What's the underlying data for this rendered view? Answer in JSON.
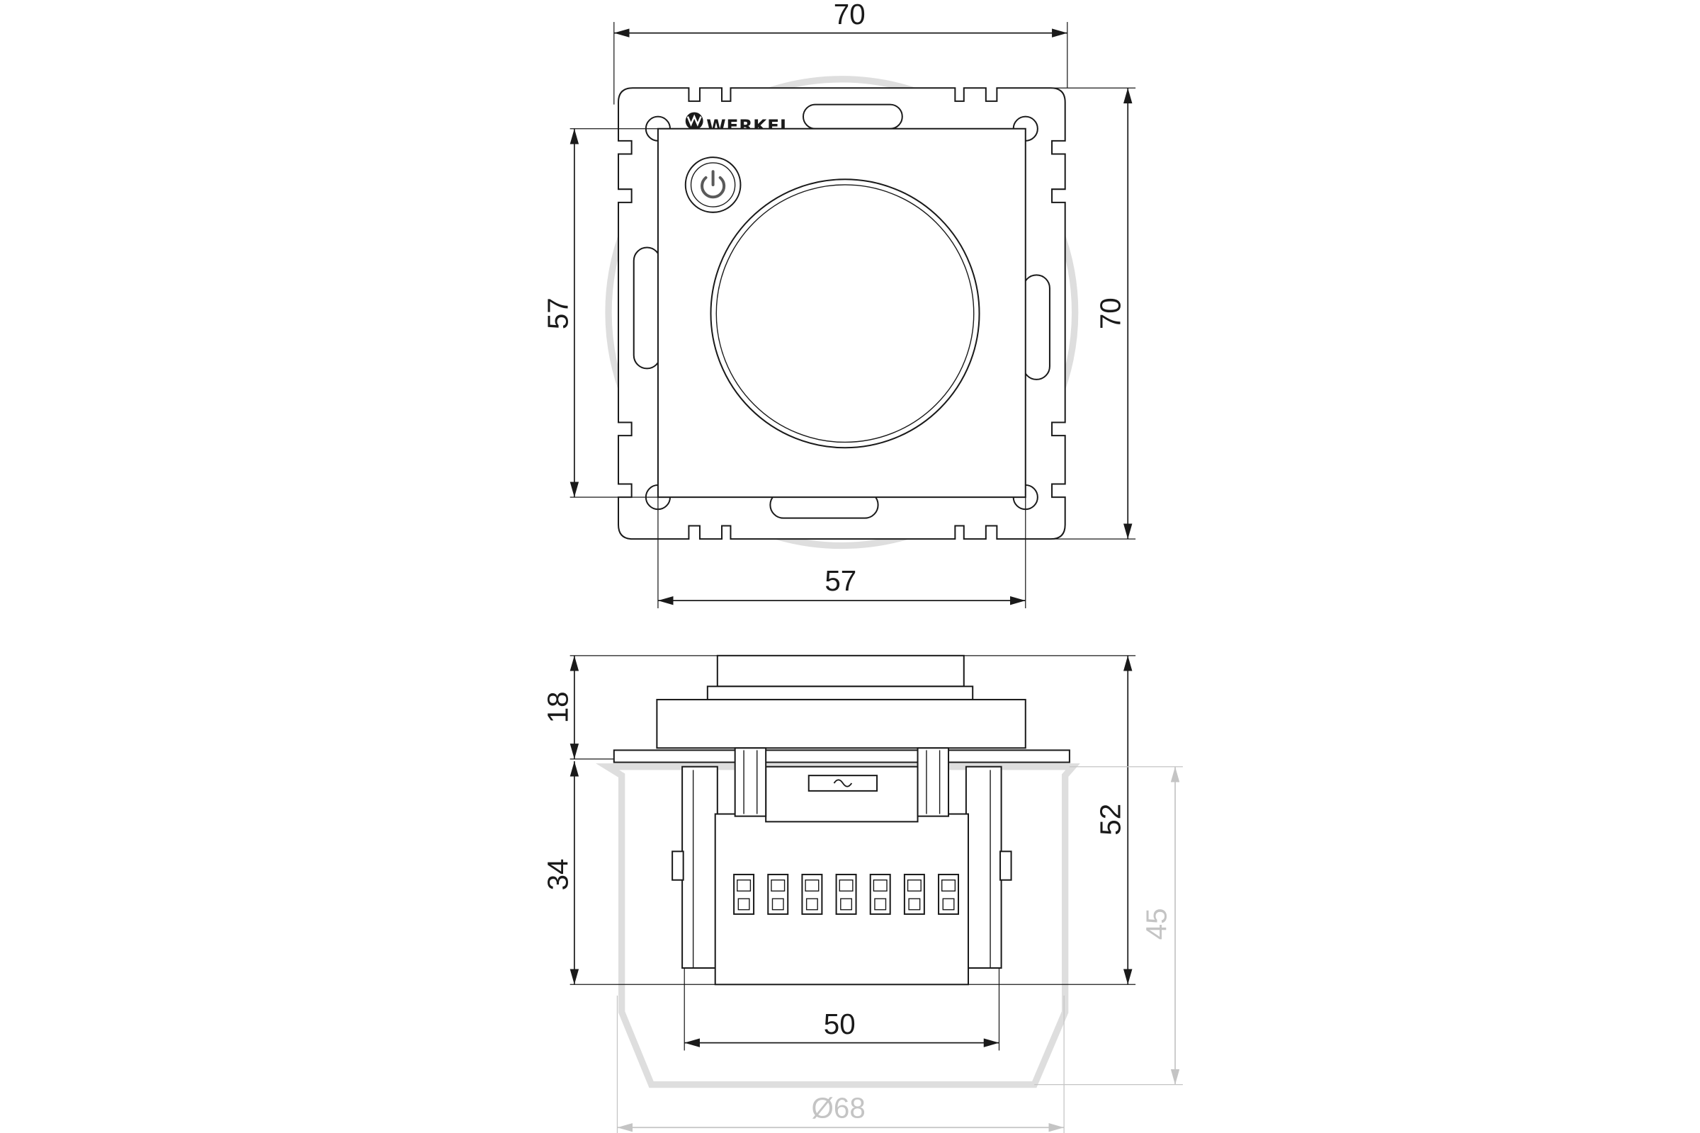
{
  "brand": {
    "logo_text": "WERKEL"
  },
  "top_view": {
    "overall_width": "70",
    "overall_height": "70",
    "plate_height": "57",
    "plate_width": "57"
  },
  "side_view": {
    "front_depth": "18",
    "mechanism_depth": "34",
    "total_depth": "52",
    "box_depth": "45",
    "mechanism_width": "50",
    "box_diameter": "Ø68"
  },
  "icons": {
    "power_button": "power-icon",
    "brand_mark": "werkel-logo-icon"
  },
  "colors": {
    "line": "#1a1a1a",
    "wall_box": "#dedede",
    "secondary_dimension": "#c4c4c4",
    "icon": "#5a5a5a",
    "background": "#ffffff"
  }
}
